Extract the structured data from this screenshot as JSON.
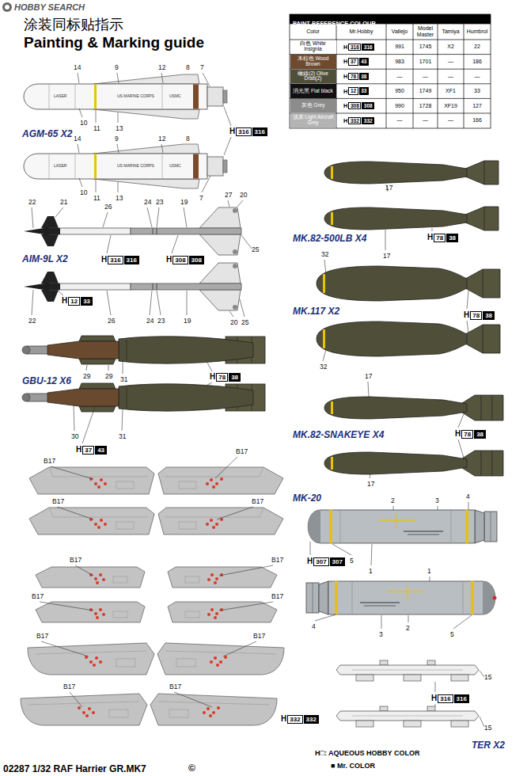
{
  "diagram": {
    "title": "Painting & Marking guide",
    "nodes": [
      {
        "text": [
          "PAINT REFERENCE COLOUR"
        ]
      },
      {
        "text": [
          "白色 White Insignia"
        ],
        "in": 0
      },
      {
        "text": [
          "木棕色 Wood Brown"
        ],
        "in": 0
      },
      {
        "text": [
          "橄綠(2) Olive Drab(2)"
        ],
        "in": 0
      },
      {
        "text": [
          "消光黑 Flat black"
        ],
        "in": 0
      },
      {
        "text": [
          "灰色 Grey"
        ],
        "in": 0
      },
      {
        "text": [
          "淡灰 Light Aircraft Grey"
        ],
        "in": 0
      }
    ],
    "labels": [
      "HOBBY SEARCH",
      "涂装同标贴指示",
      "14",
      "9",
      "12",
      "8",
      "7",
      "LASER",
      "US MARINE CORPS",
      "USMC",
      "10",
      "11",
      "13",
      "AGM-65 X2",
      "H",
      "316",
      "316",
      "14",
      "9",
      "12",
      "8",
      "LASER",
      "US MARINE CORPS",
      "USMC",
      "10",
      "11",
      "13",
      "7",
      "22",
      "21",
      "26",
      "24",
      "23",
      "19",
      "27",
      "20",
      "25",
      "AIM-9L X2",
      "H",
      "316",
      "316",
      "H",
      "308",
      "308",
      "H",
      "12",
      "33",
      "22",
      "26",
      "24",
      "23",
      "19",
      "20",
      "25",
      "29",
      "29",
      "31",
      "GBU-12 X6",
      "H",
      "78",
      "38",
      "30",
      "31",
      "H",
      "37",
      "43",
      "17",
      "MK.82-500LB X4",
      "H",
      "78",
      "38",
      "17",
      "32",
      "MK.117 X2",
      "H",
      "78",
      "38",
      "32",
      "17",
      "MK.82-SNAKEYE X4",
      "H",
      "78",
      "38",
      "17",
      "MK-20",
      "2",
      "3",
      "4",
      "H",
      "307",
      "307",
      "5",
      "1",
      "1",
      "4",
      "3",
      "2",
      "5",
      "15",
      "H",
      "316",
      "316",
      "15",
      "TER X2",
      "B17",
      "B17",
      "B17",
      "B17",
      "B17",
      "B17",
      "B17",
      "B17",
      "B17",
      "B17",
      "B17",
      "B17",
      "H",
      "332",
      "332",
      "02287 1/32 RAF Harrier GR.MK7",
      "©",
      "H□: AQUEOUS HOBBY COLOR",
      "■ Mr. COLOR",
      "Color",
      "Mr.Hobby",
      "Vallejo",
      "Model Master",
      "Tamiya",
      "Humbrol",
      "H",
      "316",
      "316",
      "991",
      "1745",
      "X2",
      "22",
      "H",
      "37",
      "43",
      "983",
      "1701",
      "—",
      "186",
      "H",
      "78",
      "38",
      "—",
      "—",
      "—",
      "—",
      "H",
      "12",
      "33",
      "950",
      "1749",
      "XF1",
      "33",
      "H",
      "308",
      "308",
      "990",
      "1728",
      "XF19",
      "127",
      "H",
      "332",
      "332",
      "—",
      "—",
      "—",
      "166"
    ]
  }
}
